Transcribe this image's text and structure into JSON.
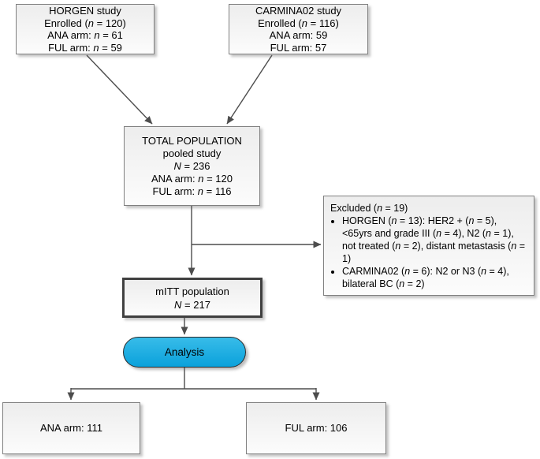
{
  "nodes": {
    "horgen": {
      "lines": [
        "HORGEN study",
        "Enrolled (n = 120)",
        "ANA arm: n = 61",
        "FUL arm: n = 59"
      ]
    },
    "carmina": {
      "lines": [
        "CARMINA02 study",
        "Enrolled (n = 116)",
        "ANA arm: 59",
        "FUL arm: 57"
      ]
    },
    "total": {
      "lines": [
        "TOTAL POPULATION",
        "pooled study",
        "N = 236",
        "ANA arm: n = 120",
        "FUL arm: n = 116"
      ]
    },
    "excluded": {
      "title": "Excluded (n = 19)",
      "items": [
        "HORGEN (n = 13): HER2 + (n = 5), <65yrs and grade III (n = 4), N2 (n = 1), not treated (n = 2), distant metastasis (n = 1)",
        "CARMINA02 (n = 6): N2 or N3 (n = 4), bilateral BC (n = 2)"
      ]
    },
    "mitt": {
      "lines": [
        "mITT population",
        "N = 217"
      ]
    },
    "analysis": {
      "label": "Analysis"
    },
    "ana_arm": {
      "label": "ANA arm: 111"
    },
    "ful_arm": {
      "label": "FUL arm: 106"
    }
  },
  "colors": {
    "box_border": "#808080",
    "box_fill_top": "#ededed",
    "box_fill_bottom": "#fcfcfc",
    "emphasis_border": "#404040",
    "analysis_fill_top": "#38bce9",
    "analysis_fill_bottom": "#0aa1db",
    "arrow": "#4d4d4d"
  }
}
